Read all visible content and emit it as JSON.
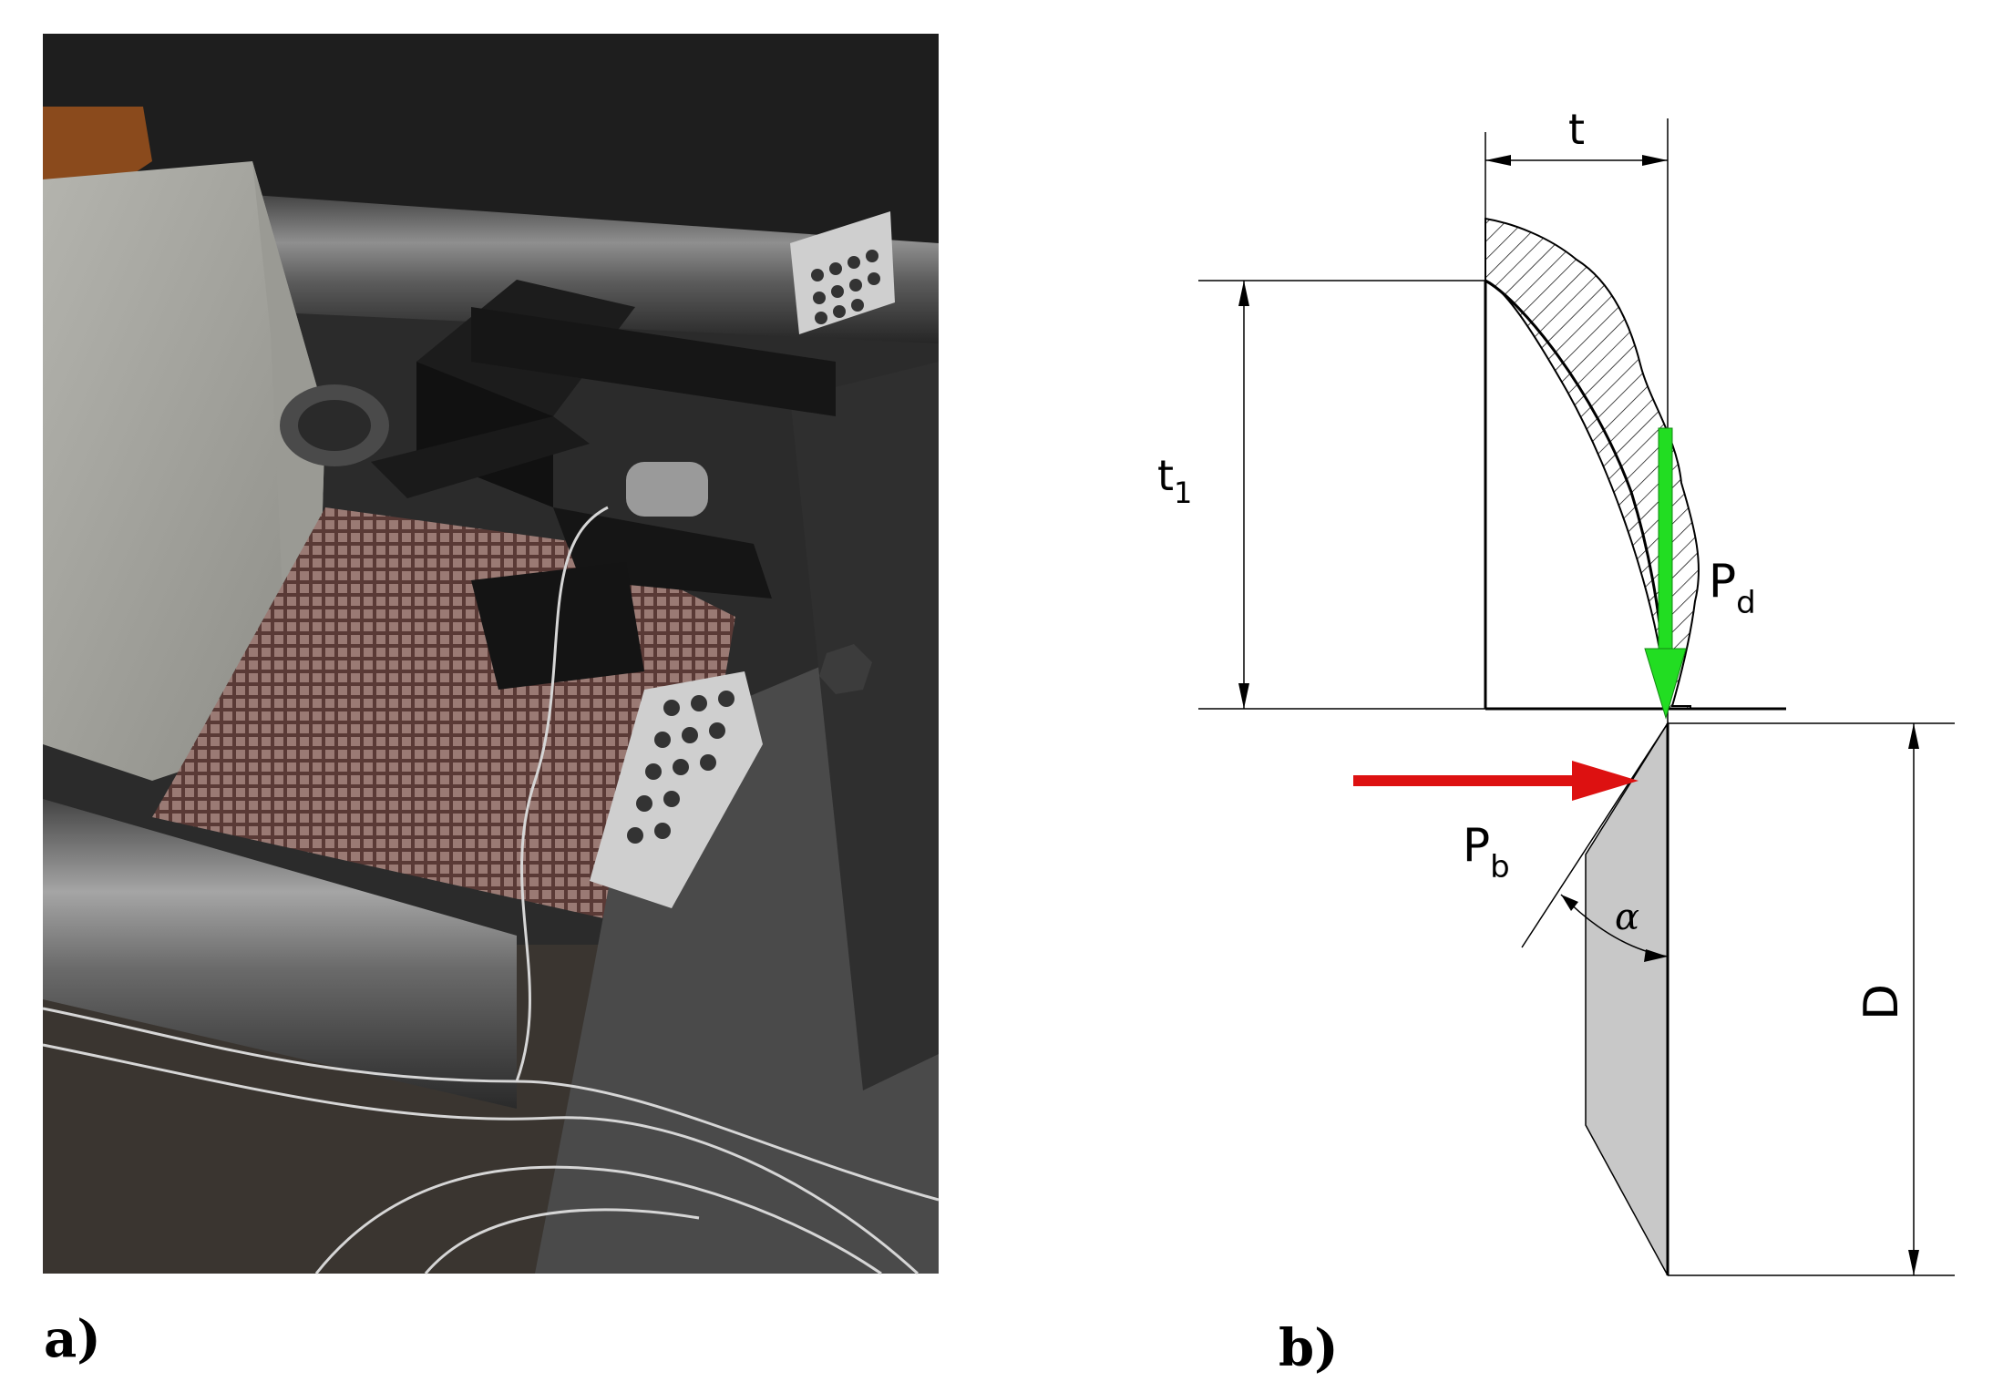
{
  "panels": {
    "a": {
      "label": "a)"
    },
    "b": {
      "label": "b)"
    }
  },
  "diagram": {
    "dim_t": "t",
    "dim_t1_base": "t",
    "dim_t1_sub": "1",
    "dim_D": "D",
    "force_d_base": "P",
    "force_d_sub": "d",
    "force_b_base": "P",
    "force_b_sub": "b",
    "angle": "α",
    "colors": {
      "force_d": "#22dd22",
      "force_b": "#dd1111",
      "tool_fill": "#c8c8c8"
    }
  }
}
